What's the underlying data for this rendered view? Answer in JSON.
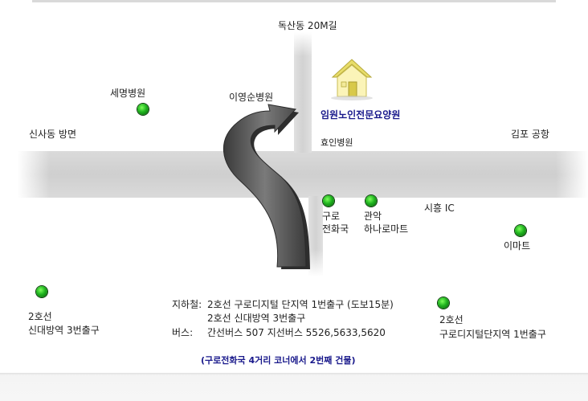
{
  "map": {
    "roads": {
      "north": "독산동 20M길",
      "west": "신사동 방면",
      "east": "김포 공항"
    },
    "destination": {
      "name": "임원노인전문요양원",
      "icon": "house-icon"
    },
    "landmarks": {
      "semyeong": "세명병원",
      "leeyoungsoon": "이영순병원",
      "hyoin": "효인병원",
      "guro_phone_line1": "구로",
      "guro_phone_line2": "전화국",
      "gwanak_line1": "관악",
      "gwanak_line2": "하나로마트",
      "siheung_ic": "시흥 IC",
      "emart": "이마트",
      "sindaebang_line1": "2호선",
      "sindaebang_line2": "신대방역 3번출구",
      "gurodigital_line1": "2호선",
      "gurodigital_line2": "구로디지털단지역 1번출구"
    },
    "directions": {
      "subway_label": "지하철:",
      "subway_line1": "2호선 구로디지털 단지역 1번출구 (도보15분)",
      "subway_line2": "2호선 신대방역 3번출구",
      "bus_label": "버스:",
      "bus_line": "간선버스 507 지선버스 5526,5633,5620",
      "note": "(구로전화국 4거리 코너에서 2번째 건물)"
    },
    "colors": {
      "road": "#d0d0d0",
      "marker": "#1fb31f",
      "title": "#1a1a8c",
      "arrow": "#555555"
    }
  }
}
